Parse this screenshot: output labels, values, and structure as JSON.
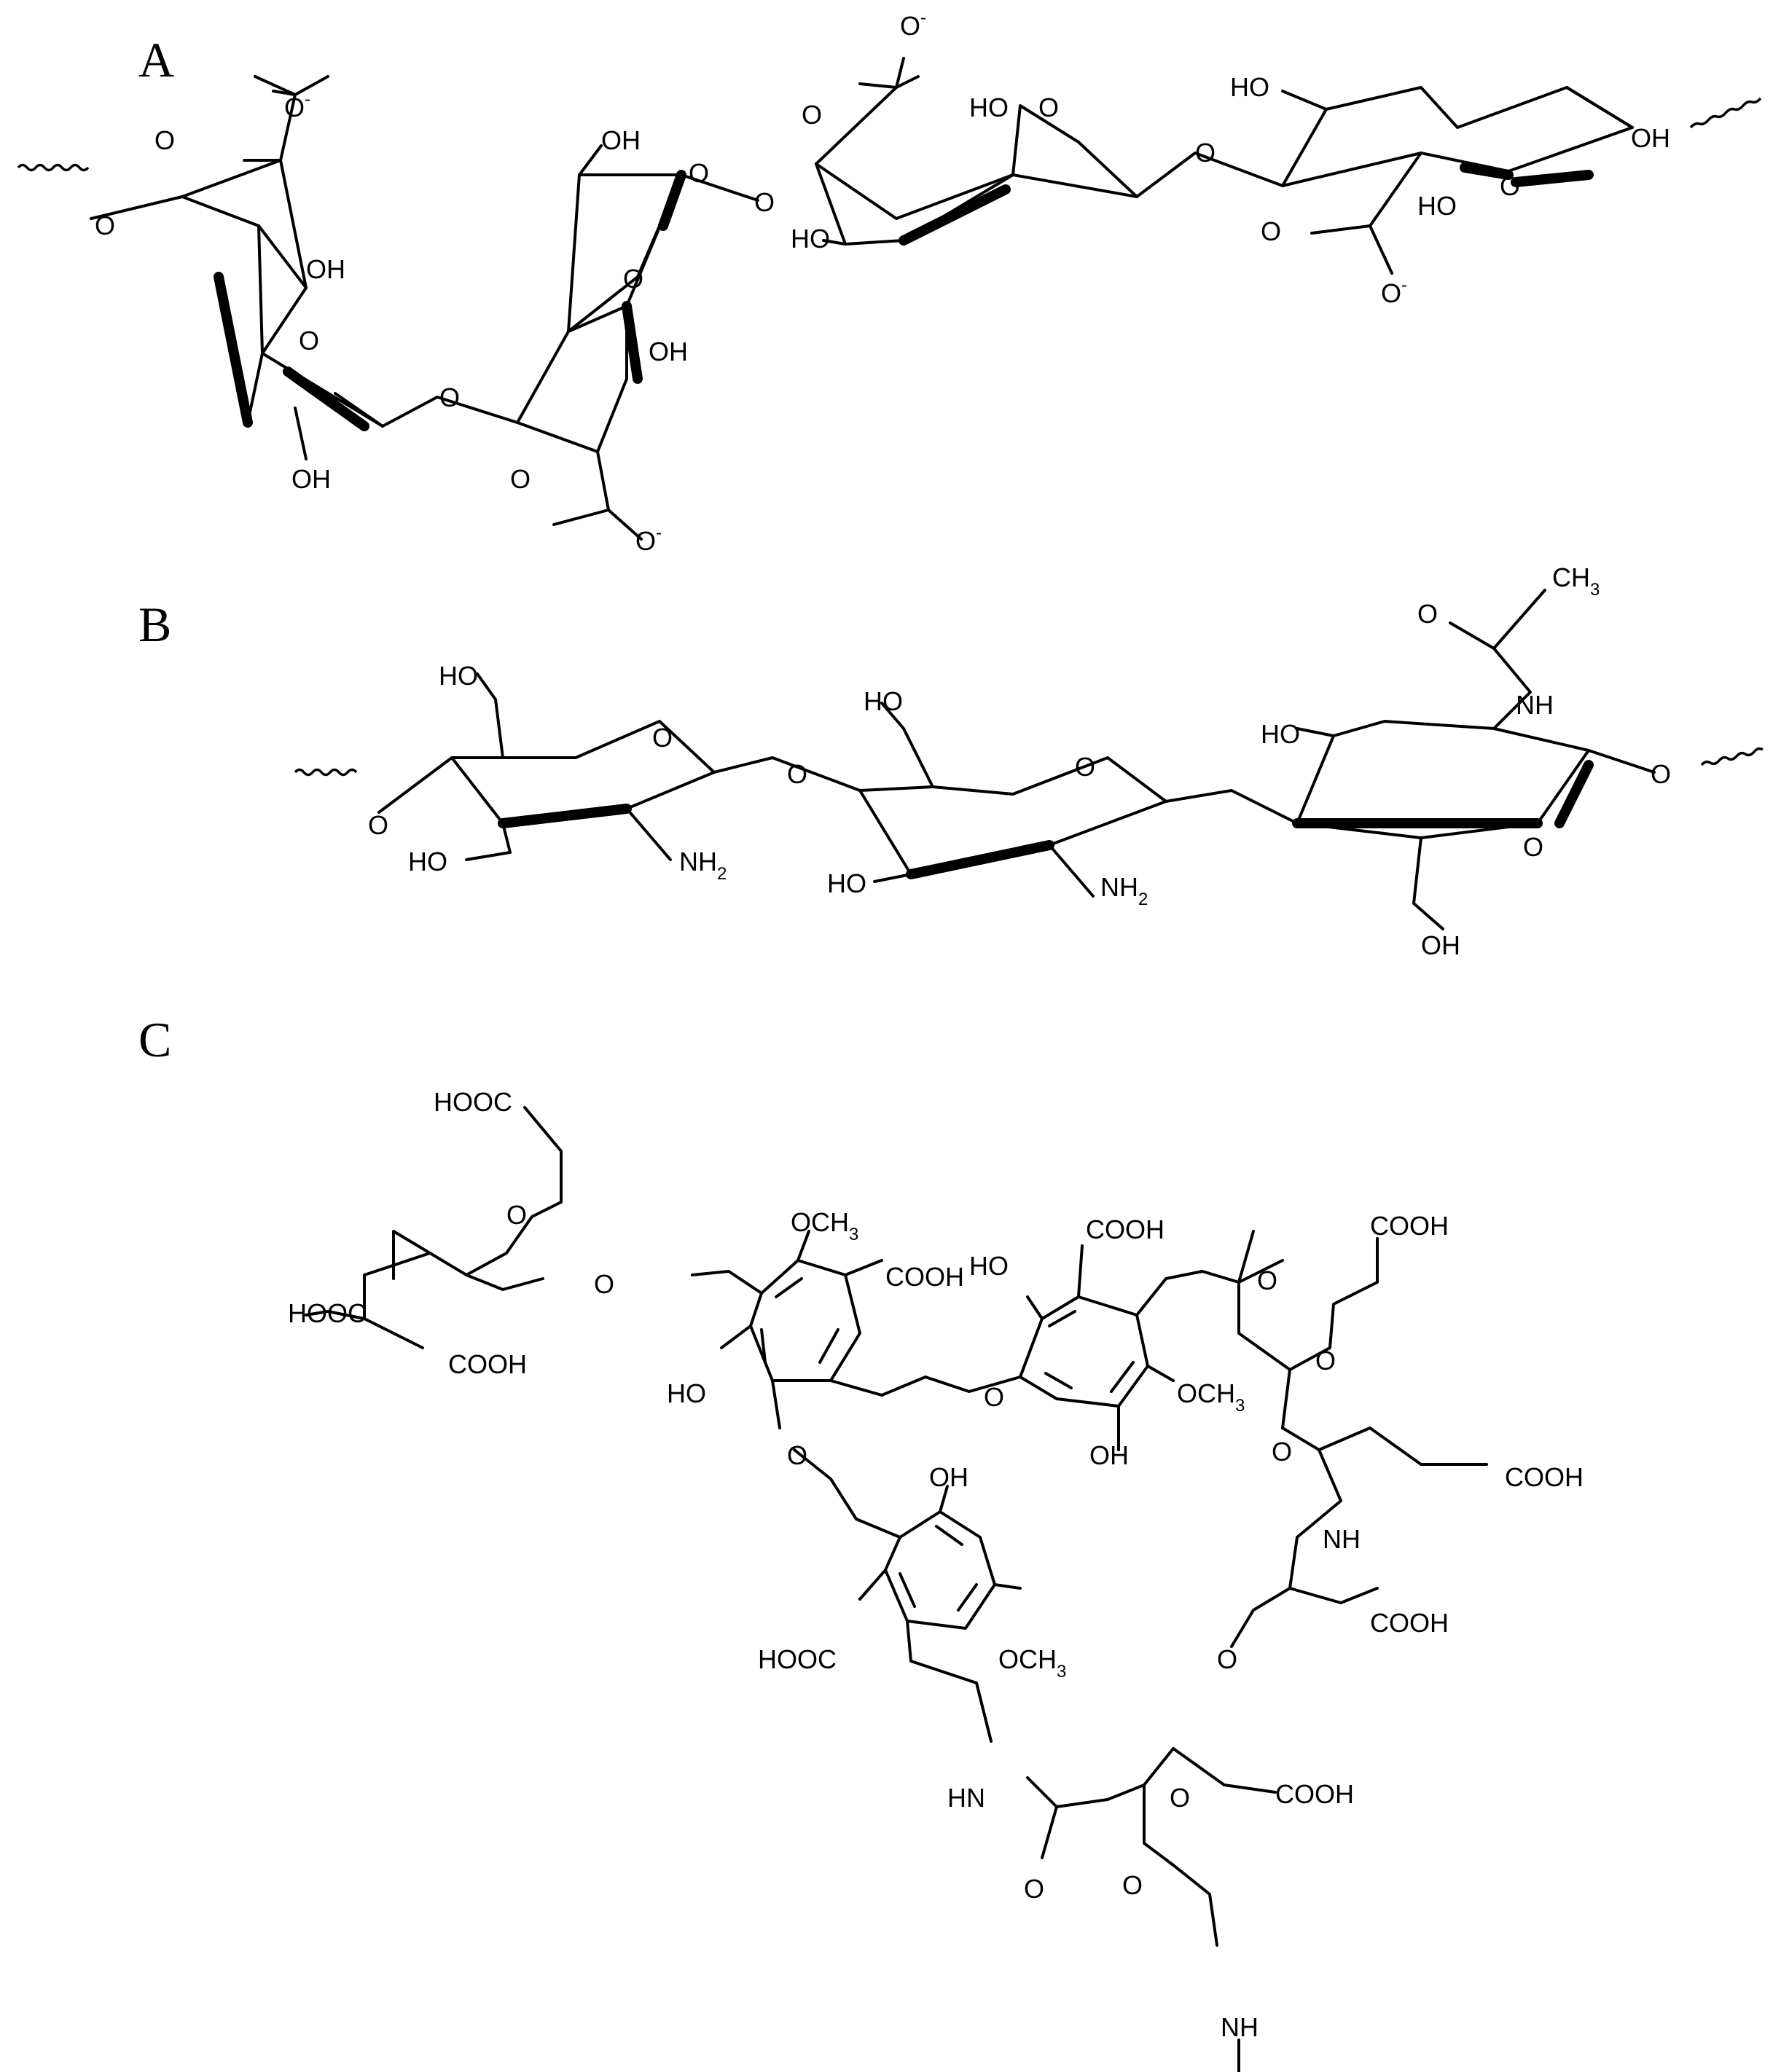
{
  "panels": [
    {
      "label": "A",
      "atoms": [
        {
          "text": "O",
          "sup": "-"
        },
        {
          "text": "O"
        },
        {
          "text": "O"
        },
        {
          "text": "OH"
        },
        {
          "text": "O"
        },
        {
          "text": "OH"
        },
        {
          "text": "O"
        },
        {
          "text": "OH"
        },
        {
          "text": "O"
        },
        {
          "text": "O"
        },
        {
          "text": "OH"
        },
        {
          "text": "O"
        },
        {
          "text": "O",
          "sup": "-"
        },
        {
          "text": "O",
          "sup": "-"
        },
        {
          "text": "O"
        },
        {
          "text": "O"
        },
        {
          "text": "HO"
        },
        {
          "text": "O"
        },
        {
          "text": "O"
        },
        {
          "text": "HO"
        },
        {
          "text": "HO"
        },
        {
          "text": "OH"
        },
        {
          "text": "HO"
        },
        {
          "text": "O"
        },
        {
          "text": "O"
        },
        {
          "text": "O",
          "sup": "-"
        }
      ]
    },
    {
      "label": "B",
      "atoms": [
        {
          "text": "HO"
        },
        {
          "text": "O"
        },
        {
          "text": "O"
        },
        {
          "text": "HO"
        },
        {
          "text": "NH",
          "sub": "2"
        },
        {
          "text": "O"
        },
        {
          "text": "HO"
        },
        {
          "text": "O"
        },
        {
          "text": "HO"
        },
        {
          "text": "NH",
          "sub": "2"
        },
        {
          "text": "CH",
          "sub": "3"
        },
        {
          "text": "O"
        },
        {
          "text": "NH"
        },
        {
          "text": "HO"
        },
        {
          "text": "O"
        },
        {
          "text": "O"
        },
        {
          "text": "OH"
        }
      ]
    },
    {
      "label": "C",
      "atoms": [
        {
          "text": "HOOC"
        },
        {
          "text": "O"
        },
        {
          "text": "HOOC"
        },
        {
          "text": "COOH"
        },
        {
          "text": "O"
        },
        {
          "text": "OCH",
          "sub": "3"
        },
        {
          "text": "COOH"
        },
        {
          "text": "HO"
        },
        {
          "text": "O"
        },
        {
          "text": "O"
        },
        {
          "text": "HO"
        },
        {
          "text": "COOH"
        },
        {
          "text": "OCH",
          "sub": "3"
        },
        {
          "text": "OH"
        },
        {
          "text": "O"
        },
        {
          "text": "COOH"
        },
        {
          "text": "O"
        },
        {
          "text": "O"
        },
        {
          "text": "COOH"
        },
        {
          "text": "NH"
        },
        {
          "text": "O"
        },
        {
          "text": "COOH"
        },
        {
          "text": "OH"
        },
        {
          "text": "HOOC"
        },
        {
          "text": "OCH",
          "sub": "3"
        },
        {
          "text": "HN"
        },
        {
          "text": "O"
        },
        {
          "text": "O"
        },
        {
          "text": "COOH"
        },
        {
          "text": "O"
        },
        {
          "text": "NH"
        }
      ]
    }
  ]
}
